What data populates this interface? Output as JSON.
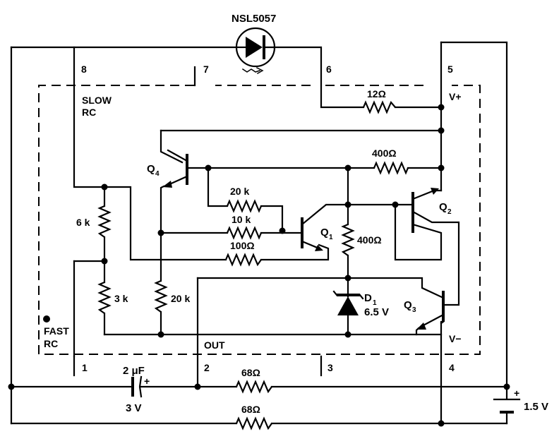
{
  "led": {
    "label": "NSL5057"
  },
  "pins": {
    "p1": "1",
    "p2": "2",
    "p3": "3",
    "p4": "4",
    "p5": "5",
    "p6": "6",
    "p7": "7",
    "p8": "8"
  },
  "labels": {
    "slow_rc_1": "SLOW",
    "slow_rc_2": "RC",
    "fast_rc_1": "FAST",
    "fast_rc_2": "RC",
    "out": "OUT",
    "vplus": "V+",
    "vminus": "V−"
  },
  "resistors": {
    "r12": "12Ω",
    "r400_top": "400Ω",
    "r20k_h": "20 k",
    "r10k": "10 k",
    "r100": "100Ω",
    "r400_v": "400Ω",
    "r6k": "6 k",
    "r3k": "3 k",
    "r20k_v": "20 k",
    "r68_a": "68Ω",
    "r68_b": "68Ω"
  },
  "transistors": {
    "q1": "Q",
    "q1_sub": "1",
    "q2": "Q",
    "q2_sub": "2",
    "q3": "Q",
    "q3_sub": "3",
    "q4": "Q",
    "q4_sub": "4"
  },
  "diode": {
    "name": "D",
    "name_sub": "1",
    "voltage": "6.5 V"
  },
  "capacitor": {
    "value": "2 μF",
    "voltage": "3 V",
    "plus": "+"
  },
  "battery": {
    "value": "1.5 V",
    "plus": "+"
  }
}
